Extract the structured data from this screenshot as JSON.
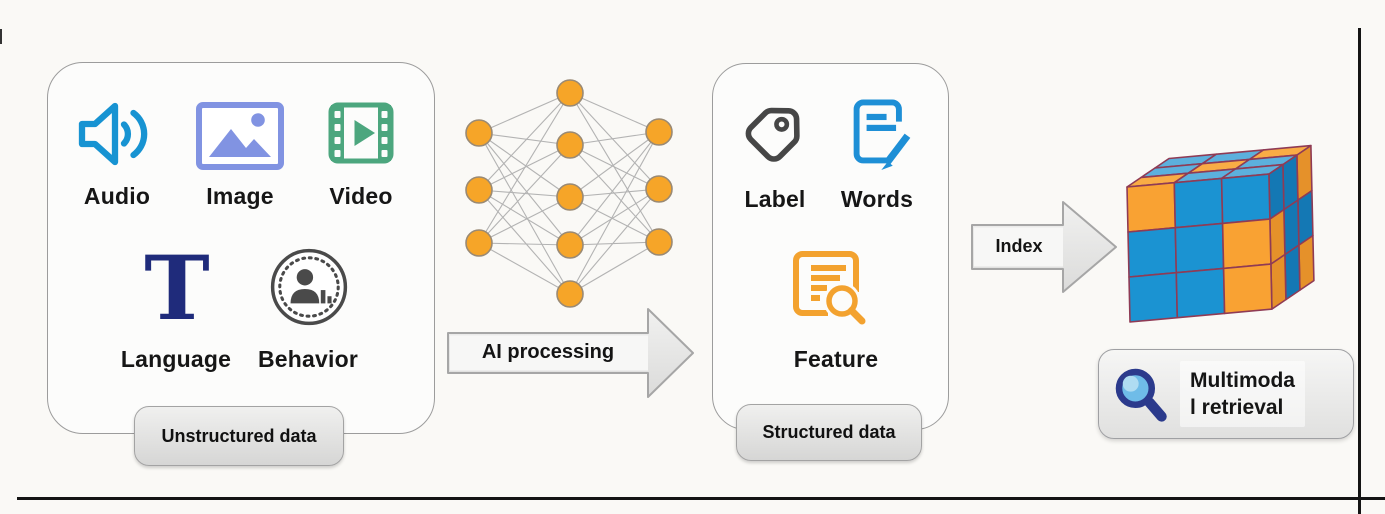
{
  "canvas": {
    "background": "#FAF9F6"
  },
  "panels": {
    "unstructured": {
      "badge": "Unstructured data",
      "items": [
        {
          "icon": "audio-icon",
          "label": "Audio",
          "color": "#1793D2"
        },
        {
          "icon": "image-icon",
          "label": "Image",
          "color": "#8193E2"
        },
        {
          "icon": "video-icon",
          "label": "Video",
          "color": "#4CA67E"
        },
        {
          "icon": "language-icon",
          "label": "Language",
          "color": "#1F2B7B",
          "glyph": "T"
        },
        {
          "icon": "behavior-icon",
          "label": "Behavior",
          "color": "#4A4A4A"
        }
      ]
    },
    "structured": {
      "badge": "Structured data",
      "items": [
        {
          "icon": "tag-icon",
          "label": "Label",
          "color": "#464646"
        },
        {
          "icon": "words-icon",
          "label": "Words",
          "color": "#1E8FD6"
        },
        {
          "icon": "feature-icon",
          "label": "Feature",
          "color": "#F3A22F"
        }
      ]
    }
  },
  "arrows": {
    "ai": {
      "label": "AI processing",
      "fill": "#ECECEB",
      "stroke": "#A6A6A6"
    },
    "index": {
      "label": "Index",
      "fill": "#ECECEB",
      "stroke": "#A6A6A6"
    }
  },
  "network": {
    "layers": [
      3,
      5,
      3
    ],
    "node_color": "#F6A528",
    "node_stroke": "#9A8A74",
    "edge_color": "#B3B3B3"
  },
  "cube": {
    "front": [
      [
        "o",
        "b",
        "b"
      ],
      [
        "b",
        "b",
        "o"
      ],
      [
        "b",
        "b",
        "o"
      ]
    ],
    "top": [
      [
        "b",
        "b",
        "o"
      ],
      [
        "b",
        "o",
        "b"
      ],
      [
        "o",
        "b",
        "b"
      ]
    ],
    "right": [
      [
        "b",
        "b",
        "o"
      ],
      [
        "o",
        "b",
        "b"
      ],
      [
        "o",
        "b",
        "o"
      ]
    ],
    "colors": {
      "front_b": "#1B93D2",
      "front_o": "#F9A233",
      "top_b": "#5CB0DD",
      "top_o": "#F9AC45",
      "right_b": "#1478B4",
      "right_o": "#E5912A",
      "edge": "#8F3B55"
    }
  },
  "retrieval": {
    "label": "Multimodal retrieval",
    "lines": [
      "Multimoda",
      "l retrieval"
    ],
    "icon": "magnifier-icon",
    "icon_color": "#2B3A8C",
    "lens_color": "#6FBCE8"
  }
}
